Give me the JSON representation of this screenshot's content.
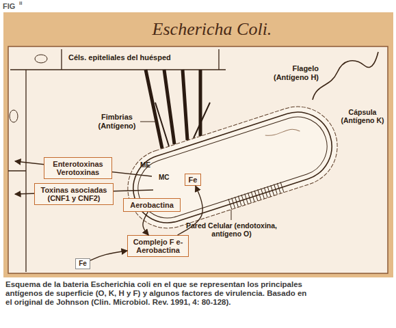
{
  "diagram": {
    "title": "Eschericha Coli.",
    "caption": "Esquema de la bateria Escherichia coli en el que se representan los principales antígenos de superficie (O, K, H y F) y algunos factores de virulencia. Basado en el original de Johnson (Clin. Microbiol. Rev. 1991, 4: 80-128).",
    "nodes": [
      {
        "text": [
          "Enterotoxinas Verotoxinas"
        ]
      },
      {
        "text": [
          "Toxinas asociadas (CNF1 y CNF2)"
        ]
      },
      {
        "text": [
          "Fe"
        ]
      },
      {
        "text": [
          "Aerobactina"
        ]
      },
      {
        "text": [
          "Complejo F e- Aerobactina"
        ]
      },
      {
        "text": [
          "Fe"
        ]
      }
    ],
    "edges": [
      {
        "from": 3,
        "to": 4,
        "arrow": "to"
      },
      {
        "from": 5,
        "to": 4,
        "arrow": "to"
      },
      {
        "from": 4,
        "to": 2,
        "arrow": "to"
      }
    ],
    "labels": [
      "FIG",
      "ii",
      "Céls. epiteliales del huésped",
      "Fimbrias (Antígeno)",
      "Flagelo (Antígeno H)",
      "Cápsula (Antígeno K)",
      "ME",
      "MC",
      "Pared Celular (endotoxina, antígeno O)"
    ]
  }
}
